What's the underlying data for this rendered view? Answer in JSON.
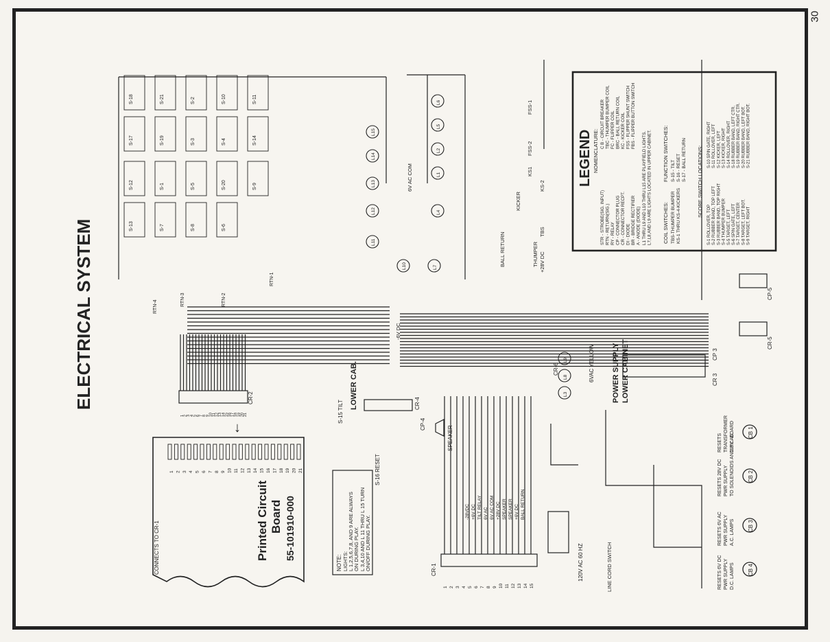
{
  "page_number": "30",
  "title": "ELECTRICAL SYSTEM",
  "pcb": {
    "label_line1": "Printed Circuit",
    "label_line2": "Board",
    "part_number": "55-101910-000",
    "connects_to": "CONNECTS TO CR-1",
    "connector": "CR-2"
  },
  "note": {
    "heading": "NOTE:",
    "line1": "LIGHTS:",
    "line2": "L 1,2,5,6,7,8, AND 9 ARE ALWAYS",
    "line3": "ON DURING PLAY.",
    "line4": "L 3,4,10 AND L 11 THRU L 15 TURN",
    "line5": "ON/OFF DURING PLAY."
  },
  "legend": {
    "title": "LEGEND",
    "nomenclature_title": "NOMENCLATURE:",
    "entries": [
      "STR - STROBE(SIG. INPUT)",
      "RTN - RETURN(SIG.)",
      "RY - RELAY",
      "CP - CONNECTOR PLUG",
      "CR - CONNECTOR RECPT.",
      "DI - DIODE",
      "BR - BRIDGE RECTIFIER",
      "A - ANODE (DIODE)",
      "C B - CIRCUIT BREAKER",
      "TBC - THUMPER BUMPER COIL",
      "FC - FLIPPER COIL",
      "BRC - BALL RETURN COIL",
      "KC - KICKER COIL",
      "FSS - FLIPPER SHUNT SWITCH",
      "FBS - FLIPPER BUTTON SWITCH",
      "L1 THRU L9 AND L10 THRU L15 ARE PLAYFIELD LIGHTS.",
      "L7,L8,AND L9 ARE LIGHTS LOCATED IN UPPER CABINET."
    ],
    "coil_title": "COIL SWITCHES:",
    "coil": [
      "TBS-THUMPER BUMPER",
      "KS-1 THRU KS-4-KICKERS"
    ],
    "function_title": "FUNCTION SWITCHES:",
    "function": [
      "S-15 - TILT",
      "S-16 - RESET",
      "S-17 - BALL RETURN"
    ],
    "score_title": "SCORE SWITCH LOCATIONS:",
    "score_left": [
      "S-1 ROLLOVER, TOP",
      "S-2 RUBBER BAND, TOP LEFT",
      "S-3 RUBBER BAND, TOP RIGHT",
      "S-4 THUMPER BUMPER",
      "S-5 TARGET, LEFT",
      "S-6 SPIN GATE, LEFT",
      "S-7 TARGET, CENTER",
      "S-8 TARGET, LEFT BOT.",
      "S-9 TARGET, RIGHT"
    ],
    "score_right": [
      "S-10 SPIN GATE, RIGHT",
      "S-11 ROLLOVER, LEFT",
      "S-12 KICKER, LEFT",
      "S-13 KICKER, RIGHT",
      "S-14 ROLLOVER, RIGHT",
      "S-18 RUBBER BAND, LEFT CTR.",
      "S-19 RUBBER BAND, RIGHT CTR.",
      "S-20 RUBBER BAND, LEFT BOT.",
      "S-21 RUBBER BAND, RIGHT BOT."
    ]
  },
  "breakers": [
    {
      "id": "CB 1",
      "desc1": "RESETS",
      "desc2": "TRANSFORMER",
      "desc3": "115V AC."
    },
    {
      "id": "CB 2",
      "desc1": "RESETS 28V DC",
      "desc2": "PWR SUPPLY",
      "desc3": "TO SOLENOIDS AND P.C. BOARD"
    },
    {
      "id": "CB 3",
      "desc1": "RESETS 6V AC",
      "desc2": "PWR SUPPLY",
      "desc3": "A.C. LAMPS"
    },
    {
      "id": "CB 4",
      "desc1": "RESETS 6V DC",
      "desc2": "PWR SUPPLY",
      "desc3": "D.C. LAMPS"
    }
  ],
  "labels": {
    "power_supply": "POWER SUPPLY",
    "lower_cabinet": "LOWER CABINET",
    "lower_cab": "LOWER CAB.",
    "speaker": "SPEAKER",
    "line_cord": "LINE CORD SWITCH",
    "mains": "120V AC 60 HZ",
    "reset": "S-16 RESET",
    "tilt": "S-15 TILT",
    "cr1": "CR-1",
    "cr3": "CR 3",
    "cp3": "CP 3",
    "cr4": "CR-4",
    "cp4": "CP-4",
    "cr5": "CR-5",
    "cp5": "CP-5",
    "cr6": "CR-6",
    "v6dc": "-6V DC",
    "v28dc": "+28V DC",
    "v6ac_com": "6V AC COM",
    "v6ac_yellow": "6VAC YELLOW",
    "thumper": "THUMPER",
    "kicker": "KICKER",
    "ball_return": "BALL RETURN",
    "fss1": "FSS-1",
    "fss2": "FSS-2",
    "ks1": "KS1",
    "ks2": "KS-2",
    "tbs": "TBS"
  },
  "switch_labels": [
    "S-18",
    "S-21",
    "S-2",
    "S-10",
    "S-11",
    "S-17",
    "S-19",
    "S-3",
    "S-4",
    "S-14",
    "S-12",
    "S-1",
    "S-5",
    "S-20",
    "S-9",
    "S-13",
    "S-7",
    "S-8",
    "S-6"
  ],
  "lamp_labels": [
    "L6",
    "L5",
    "L2",
    "L1",
    "L4",
    "L7",
    "L8",
    "L9",
    "L3",
    "L11",
    "L12",
    "L13",
    "L14",
    "L15",
    "L10"
  ],
  "rtn_labels": [
    "RTN-4",
    "RTN-3",
    "RTN-2",
    "RTN-1"
  ],
  "cr1_pins": [
    "1",
    "2",
    "3",
    "4",
    "5",
    "6",
    "7",
    "8",
    "9",
    "10",
    "11",
    "12",
    "13",
    "14",
    "15"
  ],
  "cr2_pins": [
    "1",
    "2",
    "3",
    "4",
    "5",
    "6",
    "7",
    "8",
    "9",
    "10",
    "11",
    "12",
    "13",
    "14",
    "15",
    "16",
    "17",
    "18",
    "19",
    "20",
    "21"
  ],
  "pcb_pins": [
    "1",
    "2",
    "3",
    "4",
    "5",
    "6",
    "7",
    "8",
    "9",
    "10",
    "11",
    "12",
    "13",
    "14",
    "15",
    "16",
    "17",
    "18",
    "19",
    "20",
    "21"
  ],
  "cr1_wires": [
    "-28VDC",
    "+6V DC",
    "TILT RELAY",
    "6V AC",
    "6V AC COM",
    "+28V DC",
    "SPEAKER",
    "SPEAKER",
    "+6V DC",
    "BALL RETURN"
  ],
  "colors": {
    "ink": "#222222",
    "paper": "#f7f5f0",
    "frame": "#222222"
  }
}
